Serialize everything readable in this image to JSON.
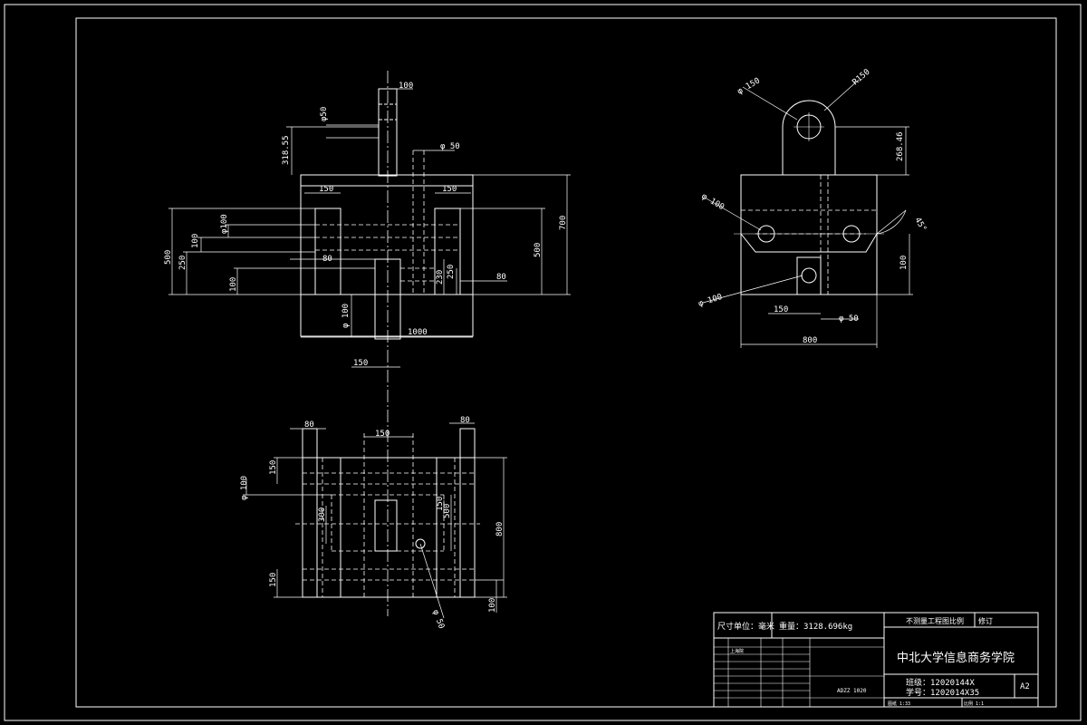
{
  "drawing": {
    "front_view": {
      "dims": {
        "d100_top": "100",
        "phi50_a": "φ50",
        "d318": "318.55",
        "phi50_b": "φ 50",
        "d150_l": "150",
        "d150_r": "150",
        "d700": "700",
        "phi100": "φ100",
        "d100_mid": "100",
        "d500_l": "500",
        "d250_l": "250",
        "d80_l": "80",
        "d100_low": "100",
        "d250_r": "250",
        "d230": "230",
        "d80_r": "80",
        "d500_r": "500",
        "phi100_b": "φ 100",
        "d1000": "1000",
        "d150_bot": "150"
      }
    },
    "side_view": {
      "dims": {
        "phi150": "φ 150",
        "r150": "R150",
        "d268": "268.46",
        "phi100_a": "φ 100",
        "a45": "45°",
        "d100": "100",
        "phi100_b": "φ 100",
        "d150": "150",
        "phi50": "φ 50",
        "d800": "800"
      }
    },
    "top_view": {
      "dims": {
        "d80_l": "80",
        "d150_top": "150",
        "d80_r": "80",
        "d150_l": "150",
        "phi100": "φ 100",
        "d300": "300",
        "d150_in": "150",
        "d500": "500",
        "d800": "800",
        "d150_low": "150",
        "d100_low": "100",
        "phi50": "φ 50"
      }
    }
  },
  "title_block": {
    "unit_label": "尺寸单位：毫米",
    "weight_label": "重量：3128.696kg",
    "scale_note": "不测量工程图比例",
    "revision": "修订",
    "school": "中北大学信息商务学院",
    "class_label": "班级：12020144X",
    "student_label": "学号：1202014X35",
    "sheet_size": "A2",
    "drawing_no": "ADZZ 1020",
    "approved": "上海院",
    "bottom_left": "图纸 1:33",
    "bottom_right": "比例 1:1"
  }
}
